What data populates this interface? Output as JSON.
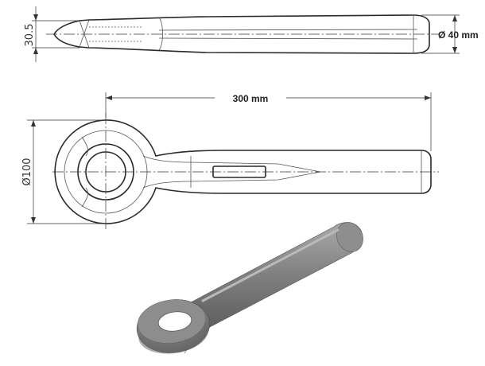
{
  "dimensions": {
    "side_height": "30.5",
    "side_diameter": "Ø 40 mm",
    "overall_length": "300 mm",
    "eye_diameter": "Ø100"
  },
  "colors": {
    "line": "#2a2a2a",
    "render_body": "#7d7d7d",
    "render_highlight": "#a8a8a8",
    "render_shadow": "#5a5a5a"
  }
}
